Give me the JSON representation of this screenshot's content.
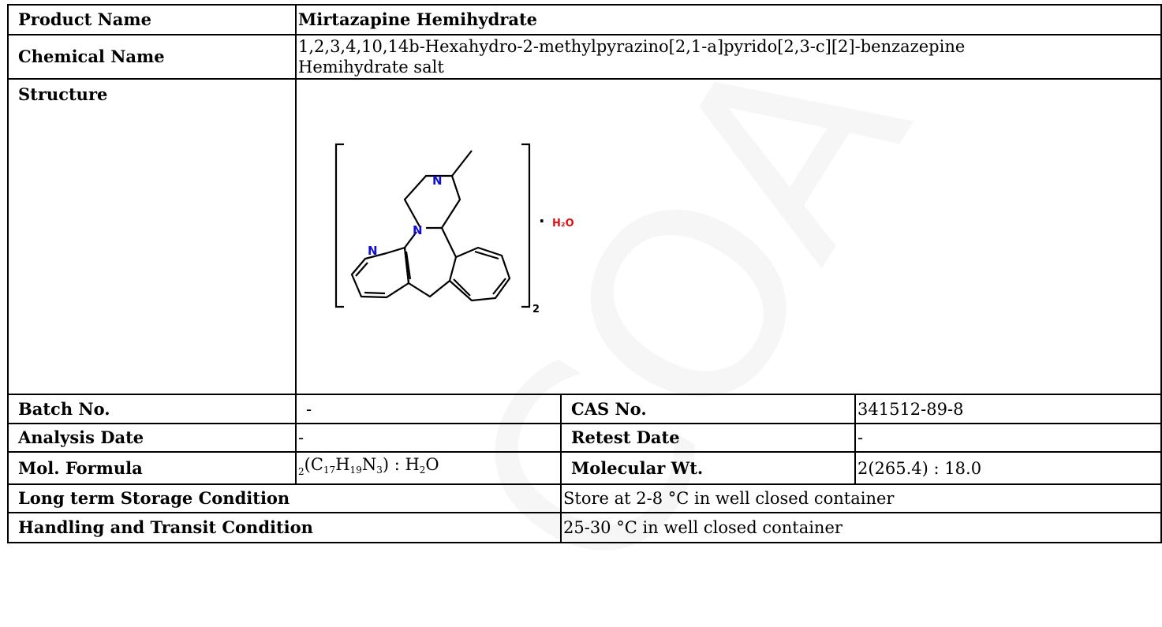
{
  "product": {
    "product_name_label": "Product Name",
    "product_name": "Mirtazapine Hemihydrate",
    "chemical_name_label": "Chemical Name",
    "chemical_name_line1": "1,2,3,4,10,14b-Hexahydro-2-methylpyrazino[2,1-a]pyrido[2,3-c][2]-benzazepine",
    "chemical_name_line2": "Hemihydrate salt",
    "structure_label": "Structure"
  },
  "structure": {
    "atom_n": "N",
    "water": "H₂O",
    "multiplier": "2",
    "dot": "·"
  },
  "details": {
    "batch_label": "Batch No.",
    "batch_value": "-",
    "cas_label": "CAS No.",
    "cas_value": "341512-89-8",
    "analysis_label": "Analysis Date",
    "analysis_value": "-",
    "retest_label": "Retest Date",
    "retest_value": "-",
    "formula_label": "Mol. Formula",
    "formula": {
      "prefix": "2",
      "c": "C",
      "c_n": "17",
      "h": "H",
      "h_n": "19",
      "n": "N",
      "n_n": "3",
      "sep": ") : H",
      "h2": "2",
      "o": "O"
    },
    "mw_label": "Molecular Wt.",
    "mw_value": "2(265.4) : 18.0",
    "storage_label": "Long term Storage Condition",
    "storage_value": "Store at 2-8 °C in well closed container",
    "handling_label": "Handling and Transit Condition",
    "handling_value": "25-30 °C in well closed container"
  },
  "watermark": "COA",
  "colors": {
    "nitrogen": "#1010d0",
    "oxygen": "#e01010",
    "watermark": "#f5f5f5"
  }
}
